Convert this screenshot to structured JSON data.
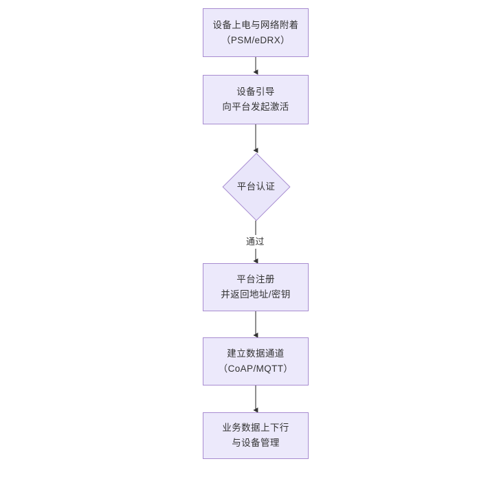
{
  "diagram": {
    "type": "flowchart",
    "orientation": "top-to-bottom",
    "colors": {
      "node_fill": "#ece9fb",
      "node_border": "#a78bd0",
      "decision_fill": "#e9e6fa",
      "text": "#333333",
      "edge_line": "#333333",
      "background": "#ffffff"
    },
    "nodes": [
      {
        "id": "power-on",
        "shape": "rectangle",
        "line1": "设备上电与网络附着",
        "line2": "（PSM/eDRX）"
      },
      {
        "id": "bootstrap",
        "shape": "rectangle",
        "line1": "设备引导",
        "line2": "向平台发起激活"
      },
      {
        "id": "platform-auth",
        "shape": "diamond",
        "line1": "平台认证",
        "line2": ""
      },
      {
        "id": "platform-register",
        "shape": "rectangle",
        "line1": "平台注册",
        "line2": "并返回地址/密钥"
      },
      {
        "id": "data-channel",
        "shape": "rectangle",
        "line1": "建立数据通道",
        "line2": "（CoAP/MQTT）"
      },
      {
        "id": "business-data",
        "shape": "rectangle",
        "line1": "业务数据上下行",
        "line2": "与设备管理"
      }
    ],
    "edges": [
      {
        "id": "e1",
        "from": "power-on",
        "to": "bootstrap",
        "label": ""
      },
      {
        "id": "e2",
        "from": "bootstrap",
        "to": "platform-auth",
        "label": ""
      },
      {
        "id": "e3",
        "from": "platform-auth",
        "to": "platform-register",
        "label": "通过"
      },
      {
        "id": "e4",
        "from": "platform-register",
        "to": "data-channel",
        "label": ""
      },
      {
        "id": "e5",
        "from": "data-channel",
        "to": "business-data",
        "label": ""
      }
    ]
  }
}
